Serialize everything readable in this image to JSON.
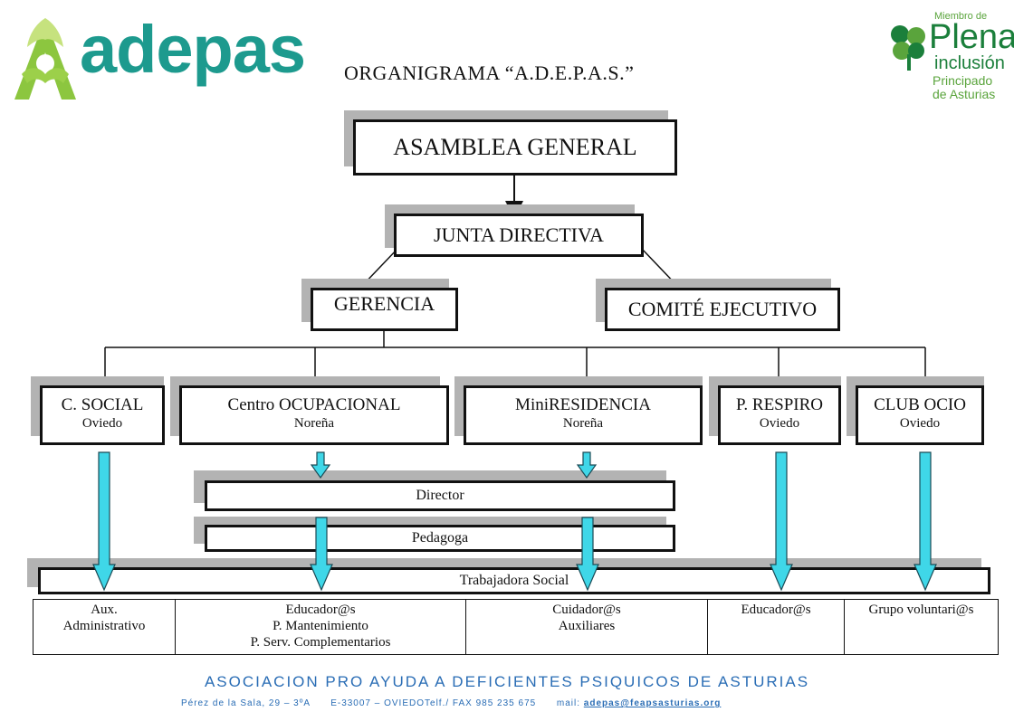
{
  "header": {
    "logo_text": "adepas",
    "title": "ORGANIGRAMA “A.D.E.P.A.S.”",
    "badge": {
      "small": "Miembro de",
      "big": "Plena",
      "inc": "inclusión",
      "loc1": "Principado",
      "loc2": "de Asturias"
    }
  },
  "chart": {
    "asamblea": "ASAMBLEA GENERAL",
    "junta": "JUNTA DIRECTIVA",
    "gerencia": "GERENCIA",
    "comite": "COMITÉ EJECUTIVO",
    "units": [
      {
        "name": "C. SOCIAL",
        "place": "Oviedo"
      },
      {
        "name": "Centro OCUPACIONAL",
        "place": "Noreña"
      },
      {
        "name": "MiniRESIDENCIA",
        "place": "Noreña"
      },
      {
        "name": "P. RESPIRO",
        "place": "Oviedo"
      },
      {
        "name": "CLUB OCIO",
        "place": "Oviedo"
      }
    ],
    "director": "Director",
    "pedagoga": "Pedagoga",
    "trabajadora": "Trabajadora Social",
    "staff": [
      [
        "Aux.",
        "Administrativo"
      ],
      [
        "Educador@s",
        "P. Mantenimiento",
        "P. Serv. Complementarios"
      ],
      [
        "Cuidador@s",
        "Auxiliares"
      ],
      [
        "Educador@s"
      ],
      [
        "Grupo voluntari@s"
      ]
    ]
  },
  "footer": {
    "org": "ASOCIACION PRO AYUDA A DEFICIENTES PSIQUICOS DE ASTURIAS",
    "address": "Pérez de la Sala, 29 – 3ºA",
    "city_phone": "E-33007 – OVIEDOTelf./ FAX 985 235 675",
    "mail_label": "mail:",
    "mail": "adepas@feapsasturias.org"
  },
  "colors": {
    "logo_teal": "#1d9a8e",
    "logo_green": "#8cc63f",
    "arrow_fill": "#3fd7e8",
    "plena_green": "#1b7f3b",
    "footer_blue": "#2a6db5"
  }
}
